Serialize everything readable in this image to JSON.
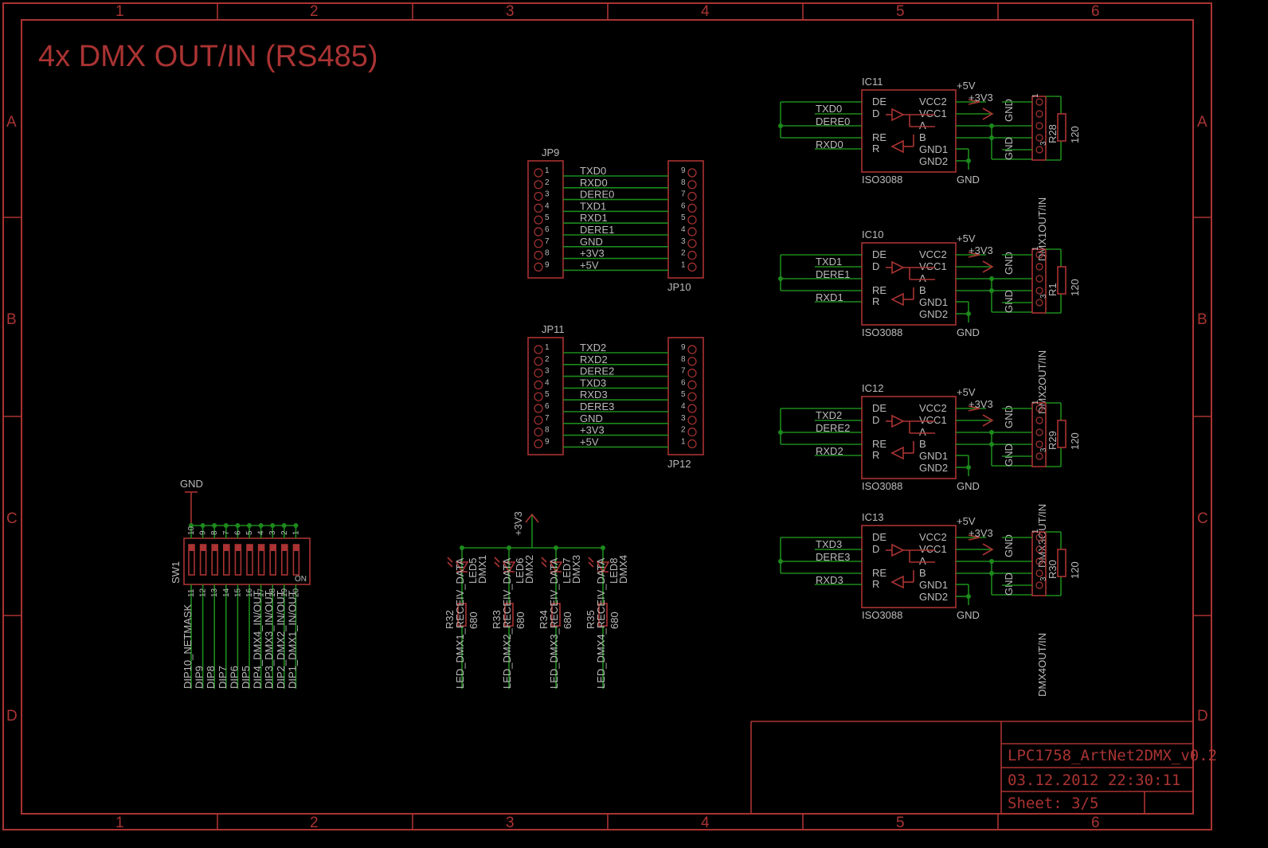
{
  "title": "4x DMX OUT/IN (RS485)",
  "title_block": {
    "project": "LPC1758_ArtNet2DMX_v0.2",
    "datetime": "03.12.2012 22:30:11",
    "sheet": "Sheet: 3/5"
  },
  "frame": {
    "columns": [
      "1",
      "2",
      "3",
      "4",
      "5",
      "6"
    ],
    "rows": [
      "A",
      "B",
      "C",
      "D"
    ]
  },
  "connectors": [
    {
      "left": "JP9",
      "right": "JP10",
      "signals": [
        "TXD0",
        "RXD0",
        "DERE0",
        "TXD1",
        "RXD1",
        "DERE1",
        "GND",
        "+3V3",
        "+5V"
      ]
    },
    {
      "left": "JP11",
      "right": "JP12",
      "signals": [
        "TXD2",
        "RXD2",
        "DERE2",
        "TXD3",
        "RXD3",
        "DERE3",
        "GND",
        "+3V3",
        "+5V"
      ]
    }
  ],
  "transceivers": [
    {
      "name": "IC11",
      "part": "ISO3088",
      "txd": "TXD0",
      "dere": "DERE0",
      "rxd": "RXD0",
      "res": "R28",
      "res_val": "120",
      "conn": "DMX1OUT/IN"
    },
    {
      "name": "IC10",
      "part": "ISO3088",
      "txd": "TXD1",
      "dere": "DERE1",
      "rxd": "RXD1",
      "res": "R1",
      "res_val": "120",
      "conn": "DMX2OUT/IN"
    },
    {
      "name": "IC12",
      "part": "ISO3088",
      "txd": "TXD2",
      "dere": "DERE2",
      "rxd": "RXD2",
      "res": "R29",
      "res_val": "120",
      "conn": "DMX3OUT/IN"
    },
    {
      "name": "IC13",
      "part": "ISO3088",
      "txd": "TXD3",
      "dere": "DERE3",
      "rxd": "RXD3",
      "res": "R30",
      "res_val": "120",
      "conn": "DMX4OUT/IN"
    }
  ],
  "ic_pins": {
    "left": [
      "DE",
      "D",
      "RE",
      "R"
    ],
    "right": [
      "VCC2",
      "VCC1",
      "A",
      "B",
      "GND1",
      "GND2"
    ]
  },
  "ic_power": {
    "vcc2": "+5V",
    "vcc1": "+3V3",
    "gnd": "GND"
  },
  "conn_pins": {
    "gnd": "GND",
    "pin1": "1",
    "pin3": "3"
  },
  "dip_switch": {
    "name": "SW1",
    "gnd": "GND",
    "on_label": "ON",
    "top_pins": [
      "10",
      "9",
      "8",
      "7",
      "6",
      "5",
      "4",
      "3",
      "2",
      "1"
    ],
    "bottom_pins": [
      "11",
      "12",
      "13",
      "14",
      "15",
      "16",
      "17",
      "18",
      "19",
      "20"
    ],
    "nets": [
      "DIP10_NETMASK",
      "DIP9",
      "DIP8",
      "DIP7",
      "DIP6",
      "DIP5",
      "DIP4_DMX4_IN/OUT",
      "DIP3_DMX3_IN/OUT",
      "DIP2_DMX2_IN/OUT",
      "DIP1_DMX1_IN/OUT"
    ]
  },
  "leds": {
    "supply": "+3V3",
    "items": [
      {
        "led": "LED5",
        "label": "DMX1",
        "res": "R32",
        "val": "680",
        "net": "LED_DMX1_RECEIV_DATA"
      },
      {
        "led": "LED6",
        "label": "DMX2",
        "res": "R33",
        "val": "680",
        "net": "LED_DMX2_RECEIV_DATA"
      },
      {
        "led": "LED7",
        "label": "DMX3",
        "res": "R34",
        "val": "680",
        "net": "LED_DMX3_RECEIV_DATA"
      },
      {
        "led": "LED8",
        "label": "DMX4",
        "res": "R35",
        "val": "680",
        "net": "LED_DMX4_RECEIV_DATA"
      }
    ]
  },
  "colors": {
    "frame": "#aa3333",
    "wire": "#1c8a1c",
    "text": "#bbbbbb",
    "background": "#000000"
  }
}
